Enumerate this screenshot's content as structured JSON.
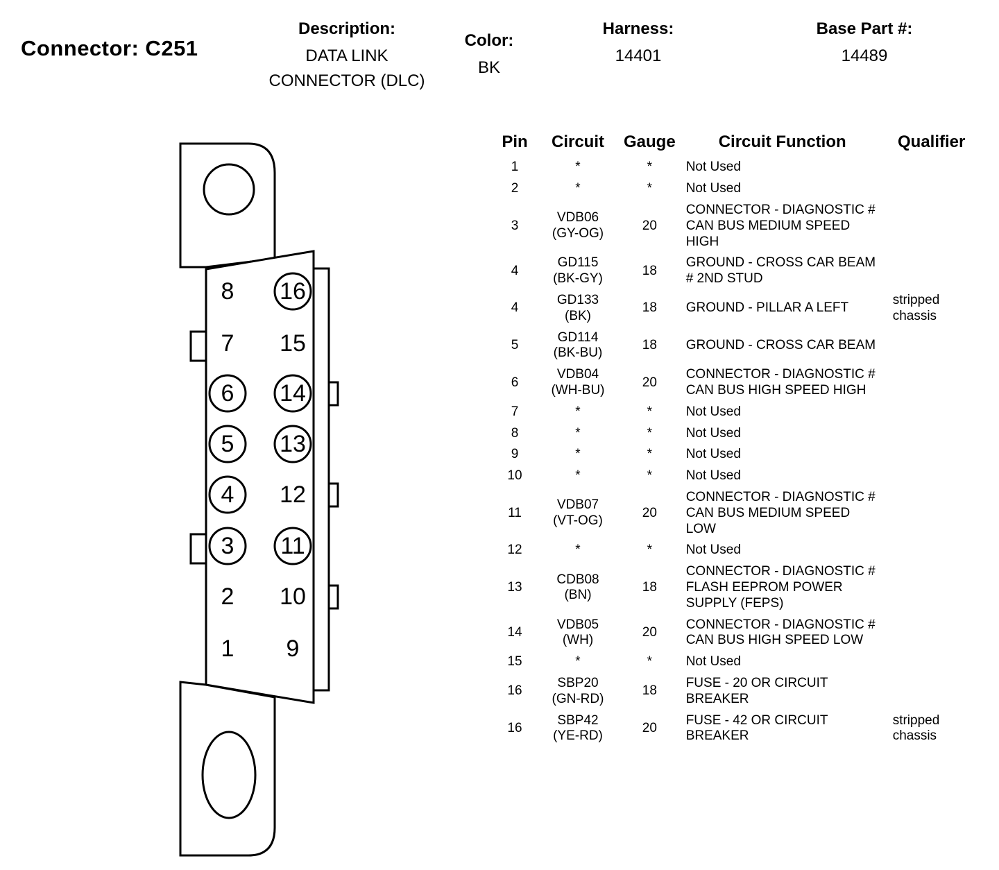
{
  "header": {
    "connector_label": "Connector: C251",
    "description_label": "Description:",
    "description_value": "DATA LINK\nCONNECTOR (DLC)",
    "color_label": "Color:",
    "color_value": "BK",
    "harness_label": "Harness:",
    "harness_value": "14401",
    "base_part_label": "Base Part #:",
    "base_part_value": "14489"
  },
  "connector_drawing": {
    "left_pins": [
      {
        "label": "8",
        "circled": false
      },
      {
        "label": "7",
        "circled": false
      },
      {
        "label": "6",
        "circled": true
      },
      {
        "label": "5",
        "circled": true
      },
      {
        "label": "4",
        "circled": true
      },
      {
        "label": "3",
        "circled": true
      },
      {
        "label": "2",
        "circled": false
      },
      {
        "label": "1",
        "circled": false
      }
    ],
    "right_pins": [
      {
        "label": "16",
        "circled": true
      },
      {
        "label": "15",
        "circled": false
      },
      {
        "label": "14",
        "circled": true
      },
      {
        "label": "13",
        "circled": true
      },
      {
        "label": "12",
        "circled": false
      },
      {
        "label": "11",
        "circled": true
      },
      {
        "label": "10",
        "circled": false
      },
      {
        "label": "9",
        "circled": false
      }
    ]
  },
  "pin_table": {
    "columns": [
      "Pin",
      "Circuit",
      "Gauge",
      "Circuit Function",
      "Qualifier"
    ],
    "rows": [
      {
        "pin": "1",
        "circuit": "*",
        "gauge": "*",
        "function": "Not Used",
        "qualifier": ""
      },
      {
        "pin": "2",
        "circuit": "*",
        "gauge": "*",
        "function": "Not Used",
        "qualifier": ""
      },
      {
        "pin": "3",
        "circuit": "VDB06\n(GY-OG)",
        "gauge": "20",
        "function": "CONNECTOR - DIAGNOSTIC # CAN BUS MEDIUM SPEED HIGH",
        "qualifier": ""
      },
      {
        "pin": "4",
        "circuit": "GD115\n(BK-GY)",
        "gauge": "18",
        "function": "GROUND - CROSS CAR BEAM # 2ND STUD",
        "qualifier": ""
      },
      {
        "pin": "4",
        "circuit": "GD133\n(BK)",
        "gauge": "18",
        "function": "GROUND - PILLAR A LEFT",
        "qualifier": "stripped\nchassis"
      },
      {
        "pin": "5",
        "circuit": "GD114\n(BK-BU)",
        "gauge": "18",
        "function": "GROUND - CROSS CAR BEAM",
        "qualifier": ""
      },
      {
        "pin": "6",
        "circuit": "VDB04\n(WH-BU)",
        "gauge": "20",
        "function": "CONNECTOR - DIAGNOSTIC # CAN BUS HIGH SPEED HIGH",
        "qualifier": ""
      },
      {
        "pin": "7",
        "circuit": "*",
        "gauge": "*",
        "function": "Not Used",
        "qualifier": ""
      },
      {
        "pin": "8",
        "circuit": "*",
        "gauge": "*",
        "function": "Not Used",
        "qualifier": ""
      },
      {
        "pin": "9",
        "circuit": "*",
        "gauge": "*",
        "function": "Not Used",
        "qualifier": ""
      },
      {
        "pin": "10",
        "circuit": "*",
        "gauge": "*",
        "function": "Not Used",
        "qualifier": ""
      },
      {
        "pin": "11",
        "circuit": "VDB07\n(VT-OG)",
        "gauge": "20",
        "function": "CONNECTOR - DIAGNOSTIC # CAN BUS MEDIUM SPEED LOW",
        "qualifier": ""
      },
      {
        "pin": "12",
        "circuit": "*",
        "gauge": "*",
        "function": "Not Used",
        "qualifier": ""
      },
      {
        "pin": "13",
        "circuit": "CDB08\n(BN)",
        "gauge": "18",
        "function": "CONNECTOR - DIAGNOSTIC # FLASH EEPROM POWER SUPPLY (FEPS)",
        "qualifier": ""
      },
      {
        "pin": "14",
        "circuit": "VDB05\n(WH)",
        "gauge": "20",
        "function": "CONNECTOR - DIAGNOSTIC # CAN BUS HIGH SPEED LOW",
        "qualifier": ""
      },
      {
        "pin": "15",
        "circuit": "*",
        "gauge": "*",
        "function": "Not Used",
        "qualifier": ""
      },
      {
        "pin": "16",
        "circuit": "SBP20\n(GN-RD)",
        "gauge": "18",
        "function": "FUSE - 20 OR CIRCUIT BREAKER",
        "qualifier": ""
      },
      {
        "pin": "16",
        "circuit": "SBP42\n(YE-RD)",
        "gauge": "20",
        "function": "FUSE - 42 OR CIRCUIT BREAKER",
        "qualifier": "stripped\nchassis"
      }
    ]
  },
  "colors": {
    "ink": "#000000",
    "background": "#ffffff"
  }
}
